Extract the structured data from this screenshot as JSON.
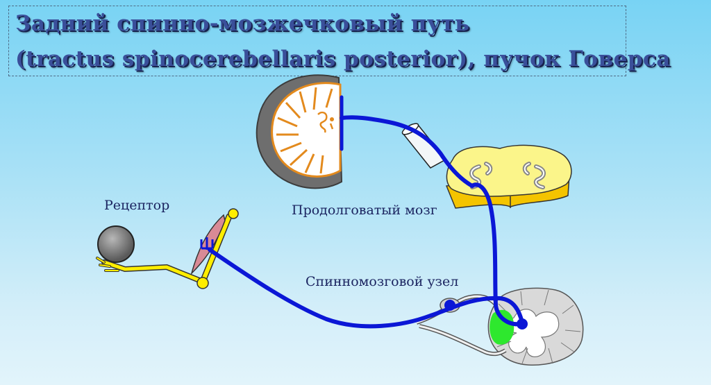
{
  "title": {
    "line1": "Задний спинно-мозжечковый путь",
    "line2": "(tractus spinocerebellaris posterior), пучок Говерса"
  },
  "labels": {
    "receptor": "Рецептор",
    "medulla": "Продолговатый мозг",
    "ganglion": "Спинномозговой узел"
  },
  "colors": {
    "pathway": "#0b17d6",
    "medulla": "#fbf58a",
    "cerebellum_white": "#ffffff",
    "cerebellum_cortex": "#e38a1d",
    "spinal_cord": "#d9d9d9",
    "ganglion_cells": "#2ee82e",
    "bone": "#ffee00",
    "muscle": "#d98a96"
  }
}
